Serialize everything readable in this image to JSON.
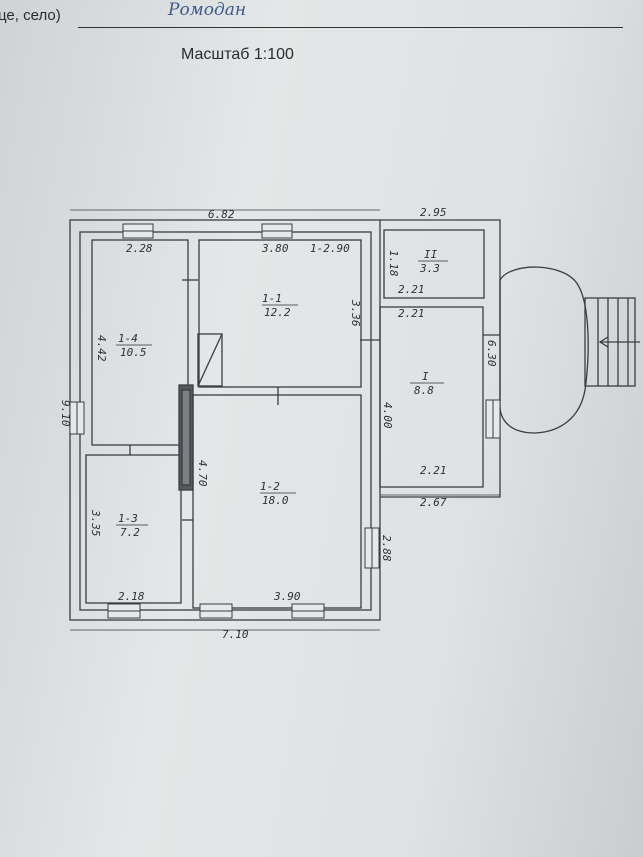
{
  "header": {
    "settlement_label": "це, село)",
    "settlement_value": "Ромодан",
    "scale": "Масштаб 1:100"
  },
  "dimensions": {
    "top_overall": "6.82",
    "bottom_overall": "7.10",
    "left_overall": "9.10",
    "porch_top": "2.95",
    "room_4_top": "2.28",
    "room_4_side": "4.42",
    "room_1_top": "3.80",
    "room_1_top_b": "1-2.90",
    "room_1_side": "3.36",
    "room_3_side": "3.35",
    "room_3_bottom": "2.18",
    "room_2_side": "4.70",
    "room_2_bottom": "3.90",
    "right_side_a": "4.00",
    "right_side_b": "2.88",
    "vestibule_top_a": "2.21",
    "vestibule_top_b": "2.21",
    "vestibule_bottom": "2.21",
    "vestibule_right": "6.30",
    "annex_bottom": "2.67",
    "annex_side": "1.18"
  },
  "rooms": [
    {
      "id": "room-1",
      "number": "1-1",
      "area": "12.2"
    },
    {
      "id": "room-2",
      "number": "1-2",
      "area": "18.0"
    },
    {
      "id": "room-3",
      "number": "1-3",
      "area": "7.2"
    },
    {
      "id": "room-4",
      "number": "1-4",
      "area": "10.5"
    },
    {
      "id": "room-I",
      "number": "I",
      "area": "8.8"
    },
    {
      "id": "room-II",
      "number": "II",
      "area": "3.3"
    }
  ]
}
